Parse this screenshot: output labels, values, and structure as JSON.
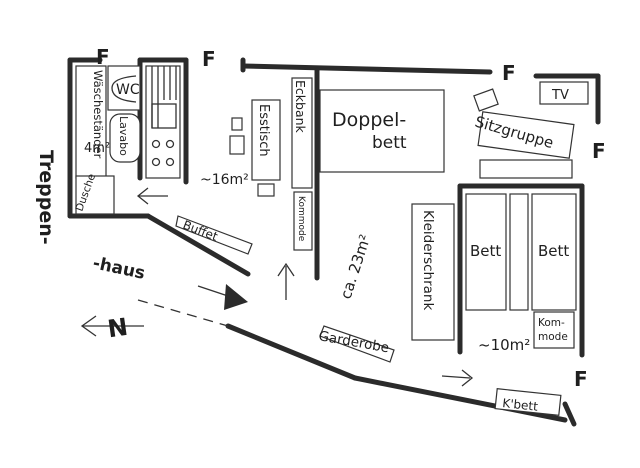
{
  "plan": {
    "window_marker": "F",
    "staircase": {
      "line1": "Treppen-",
      "line2": "-haus"
    },
    "north_marker": "N",
    "bathroom": {
      "area": "4m²",
      "waschestander": "Wäscheständer",
      "wc": "WC",
      "lavabo": "Lavabo",
      "dusche": "Dusche"
    },
    "living": {
      "area": "~16m²",
      "esstisch": "Esstisch",
      "eckbank": "Eckbank",
      "kommode": "Kommode",
      "buffet": "Buffet"
    },
    "master": {
      "area": "ca. 23m²",
      "doppelbett": {
        "line1": "Doppel-",
        "line2": "bett"
      },
      "sitzgruppe": "Sitzgruppe",
      "tv": "TV",
      "kleiderschrank": "Kleiderschrank"
    },
    "kids": {
      "area": "~10m²",
      "bett1": "Bett",
      "bett2": "Bett",
      "kommode": {
        "line1": "Kom-",
        "line2": "mode"
      }
    },
    "corridor": {
      "garderobe": "Garderobe",
      "kbett": "K'bett"
    },
    "colors": {
      "ink": "#2b2b2b",
      "paper": "#ffffff"
    },
    "icons": [
      "arrow-left-icon",
      "arrow-up-icon",
      "entrance-arrow-icon",
      "arrow-right-icon",
      "north-arrow-icon"
    ]
  }
}
